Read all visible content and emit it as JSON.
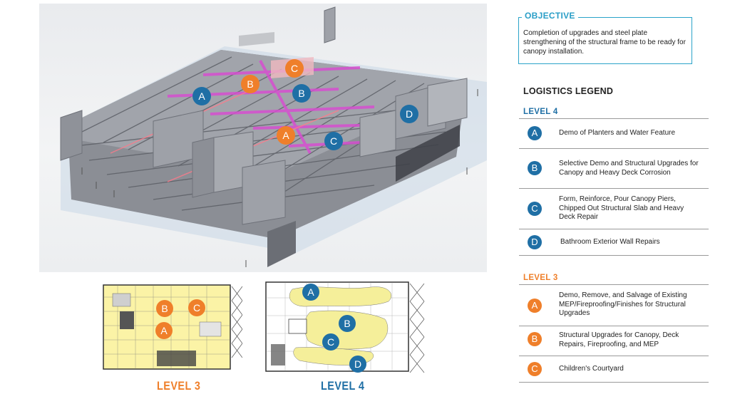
{
  "objective": {
    "heading": "OBJECTIVE",
    "text": "Completion of upgrades and steel plate strengthening of the structural frame to be ready for canopy installation."
  },
  "legend": {
    "title": "LOGISTICS LEGEND",
    "level4": {
      "heading": "LEVEL 4",
      "color": "#1f6fa5",
      "items": [
        {
          "marker": "A",
          "text": "Demo of Planters and Water Feature"
        },
        {
          "marker": "B",
          "text": "Selective Demo and Structural Upgrades for Canopy and Heavy Deck Corrosion"
        },
        {
          "marker": "C",
          "text": "Form, Reinforce, Pour Canopy Piers, Chipped Out Structural Slab and Heavy Deck Repair"
        },
        {
          "marker": "D",
          "text": "Bathroom Exterior Wall Repairs"
        }
      ]
    },
    "level3": {
      "heading": "LEVEL 3",
      "color": "#ef7f2a",
      "items": [
        {
          "marker": "A",
          "text": "Demo, Remove, and Salvage of Existing MEP/Fireproofing/Finishes for Structural Upgrades"
        },
        {
          "marker": "B",
          "text": "Structural Upgrades for Canopy, Deck Repairs, Fireproofing, and MEP"
        },
        {
          "marker": "C",
          "text": "Children's Courtyard"
        }
      ]
    }
  },
  "model_markers": {
    "level4": [
      "A",
      "B",
      "C",
      "D"
    ],
    "level3": [
      "A",
      "B",
      "C"
    ]
  },
  "plans": {
    "level3": {
      "label": "LEVEL 3",
      "markers": [
        "B",
        "C",
        "A"
      ]
    },
    "level4": {
      "label": "LEVEL 4",
      "markers": [
        "A",
        "B",
        "C",
        "D"
      ]
    }
  }
}
